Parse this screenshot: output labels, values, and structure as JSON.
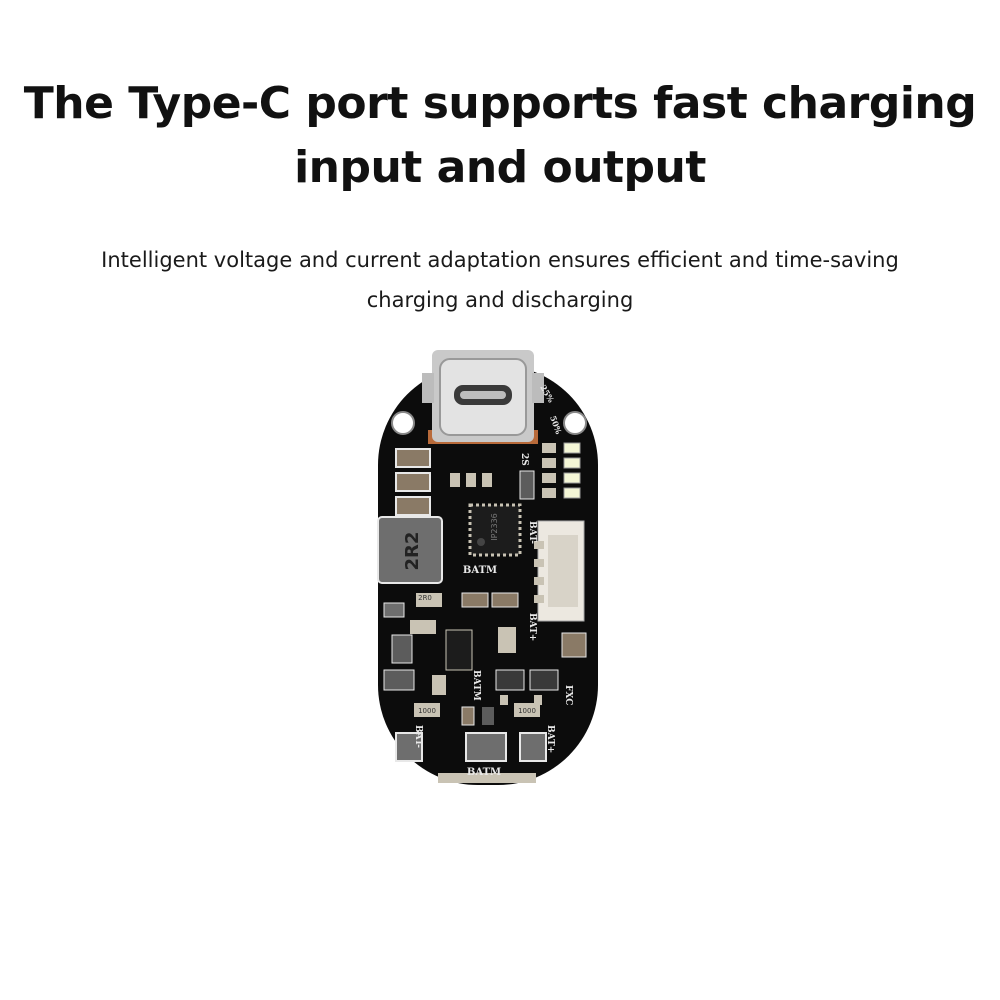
{
  "headline": {
    "line1": "The Type-C port supports fast charging",
    "line2": "input and output"
  },
  "subtitle": {
    "line1": "Intelligent voltage and current adaptation ensures efficient and time-saving",
    "line2": "charging and discharging"
  },
  "board": {
    "labels": {
      "batm_top": "BATM",
      "batm_bottom": "BATM",
      "bat_minus": "BAT-",
      "bat_plus": "BAT+",
      "bat_left": "BAT-",
      "bat_right": "BAT+",
      "batm_vertical": "BATM",
      "fxc": "FXC",
      "s2": "2S",
      "inductor": "2R2",
      "res_1000_left": "1000",
      "res_1000_right": "1000",
      "res_2r0": "2R0",
      "ic_text": "IP2336",
      "pct": "25%",
      "pct2": "50%"
    },
    "colors": {
      "pcb": "#0c0c0c",
      "silkscreen": "#e8e8e8",
      "pad": "#c9c3b4",
      "copper": "#b86a3a",
      "led": "#f4f6d6",
      "connector": "#ece8e0"
    }
  }
}
